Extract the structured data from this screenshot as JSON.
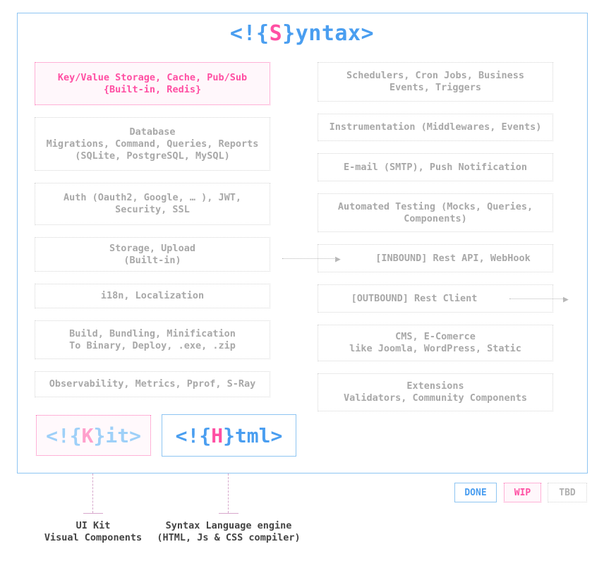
{
  "title": {
    "open": "<!{",
    "letter": "S",
    "close": "}",
    "rest": "yntax>"
  },
  "left_column": [
    {
      "status": "wip",
      "lines": [
        "Key/Value Storage, Cache, Pub/Sub",
        "{Built-in, Redis}"
      ]
    },
    {
      "status": "tbd",
      "lines": [
        "Database",
        "Migrations, Command, Queries, Reports",
        "(SQLite, PostgreSQL, MySQL)"
      ]
    },
    {
      "status": "tbd",
      "lines": [
        "Auth (Oauth2, Google, … ), JWT,",
        "Security, SSL"
      ]
    },
    {
      "status": "tbd",
      "lines": [
        "Storage, Upload",
        "(Built-in)"
      ]
    },
    {
      "status": "tbd",
      "lines": [
        "i18n, Localization"
      ]
    },
    {
      "status": "tbd",
      "lines": [
        "Build, Bundling, Minification",
        "To Binary, Deploy, .exe, .zip"
      ]
    },
    {
      "status": "tbd",
      "lines": [
        "Observability, Metrics, Pprof, S-Ray"
      ]
    }
  ],
  "right_column": [
    {
      "status": "tbd",
      "lines": [
        "Schedulers, Cron Jobs, Business",
        "Events, Triggers"
      ]
    },
    {
      "status": "tbd",
      "lines": [
        "Instrumentation (Middlewares, Events)"
      ]
    },
    {
      "status": "tbd",
      "lines": [
        "E-mail (SMTP), Push Notification"
      ]
    },
    {
      "status": "tbd",
      "lines": [
        "Automated Testing (Mocks, Queries,",
        "Components)"
      ]
    },
    {
      "status": "tbd",
      "lines": [
        "[INBOUND] Rest API, WebHook"
      ]
    },
    {
      "status": "tbd",
      "lines": [
        "[OUTBOUND] Rest Client"
      ]
    },
    {
      "status": "tbd",
      "lines": [
        "CMS, E-Comerce",
        "like Joomla, WordPress, Static"
      ]
    },
    {
      "status": "tbd",
      "lines": [
        "Extensions",
        "Validators, Community Components"
      ]
    }
  ],
  "logos": {
    "kit": {
      "open": "<!{",
      "letter": "K",
      "close": "}",
      "rest": "it>"
    },
    "html": {
      "open": "<!{",
      "letter": "H",
      "close": "}",
      "rest": "tml>"
    }
  },
  "captions": {
    "kit": [
      "UI Kit",
      "Visual Components"
    ],
    "html": [
      "Syntax Language engine",
      "(HTML, Js & CSS compiler)"
    ]
  },
  "legend": {
    "done": "DONE",
    "wip": "WIP",
    "tbd": "TBD"
  },
  "colors": {
    "blue": "#4a9ef0",
    "pink": "#ff4fa3",
    "frame": "#8ec5f2",
    "gray": "#a8a8a8"
  }
}
